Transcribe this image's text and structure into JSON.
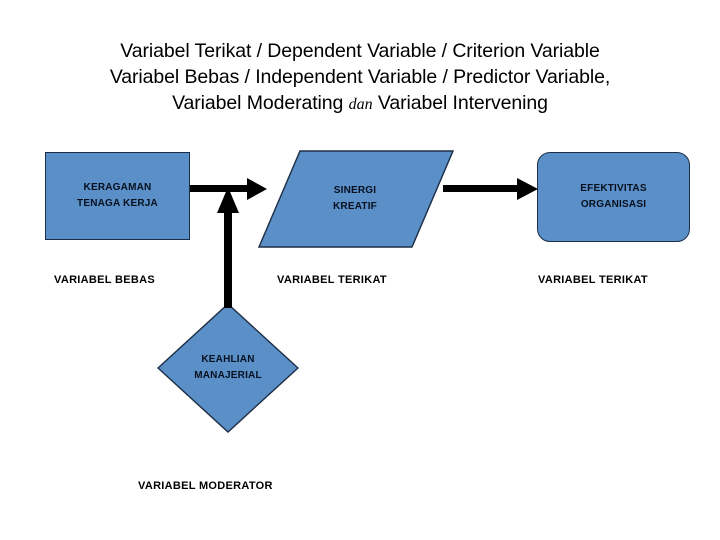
{
  "title": {
    "line1": "Variabel Terikat / Dependent Variable / Criterion Variable",
    "line2": "Variabel Bebas / Independent Variable / Predictor Variable,",
    "line3_a": "Variabel Moderating ",
    "line3_dan": "dan",
    "line3_b": " Variabel Intervening"
  },
  "diagram": {
    "shape_fill_color": "#5B8FC7",
    "shape_border_color": "#1c2e45",
    "arrow_color": "#000000",
    "nodes": [
      {
        "id": "keragaman",
        "shape": "rectangle",
        "line1": "KERAGAMAN",
        "line2": "TENAGA KERJA",
        "caption": "VARIABEL BEBAS"
      },
      {
        "id": "sinergi",
        "shape": "parallelogram",
        "line1": "SINERGI",
        "line2": "KREATIF",
        "caption": "VARIABEL TERIKAT"
      },
      {
        "id": "efektivitas",
        "shape": "rounded-rectangle",
        "line1": "EFEKTIVITAS",
        "line2": "ORGANISASI",
        "caption": "VARIABEL TERIKAT"
      },
      {
        "id": "keahlian",
        "shape": "diamond",
        "line1": "KEAHLIAN",
        "line2": "MANAJERIAL",
        "caption": "VARIABEL MODERATOR"
      }
    ],
    "connectors": [
      {
        "id": "keragaman-to-sinergi",
        "direction": "right"
      },
      {
        "id": "sinergi-to-efektivitas",
        "direction": "right"
      },
      {
        "id": "keahlian-to-link",
        "direction": "up"
      }
    ]
  }
}
